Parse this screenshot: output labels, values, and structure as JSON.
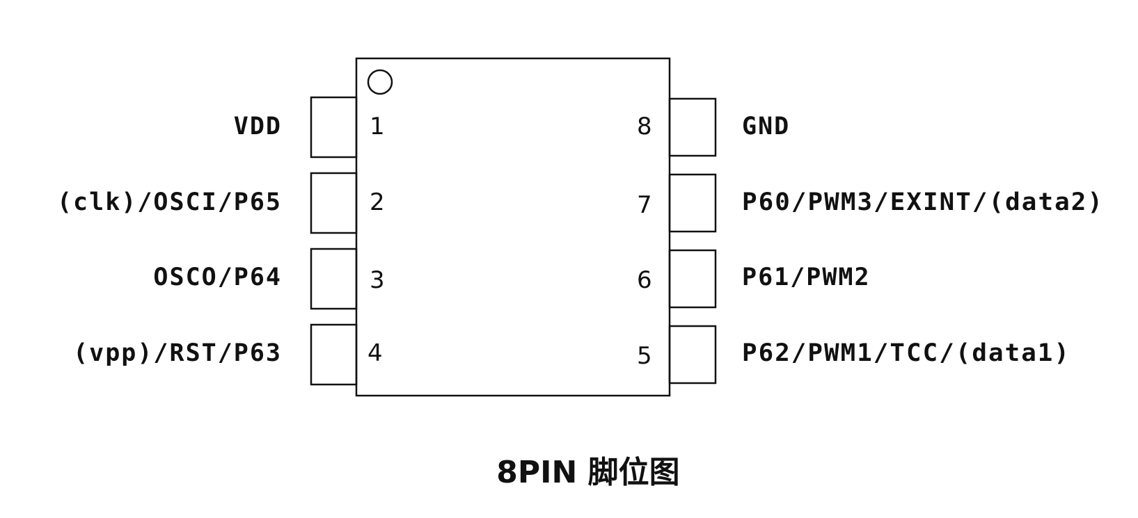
{
  "chip": {
    "left_pins": [
      {
        "number": "1",
        "label": "VDD"
      },
      {
        "number": "2",
        "label": "(clk)/OSCI/P65"
      },
      {
        "number": "3",
        "label": "OSCO/P64"
      },
      {
        "number": "4",
        "label": "(vpp)/RST/P63"
      }
    ],
    "right_pins": [
      {
        "number": "8",
        "label": "GND"
      },
      {
        "number": "7",
        "label": "P60/PWM3/EXINT/(data2)"
      },
      {
        "number": "6",
        "label": "P61/PWM2"
      },
      {
        "number": "5",
        "label": "P62/PWM1/TCC/(data1)"
      }
    ]
  },
  "caption": "8PIN 脚位图",
  "colors": {
    "ink": "#111111",
    "background": "#ffffff"
  }
}
